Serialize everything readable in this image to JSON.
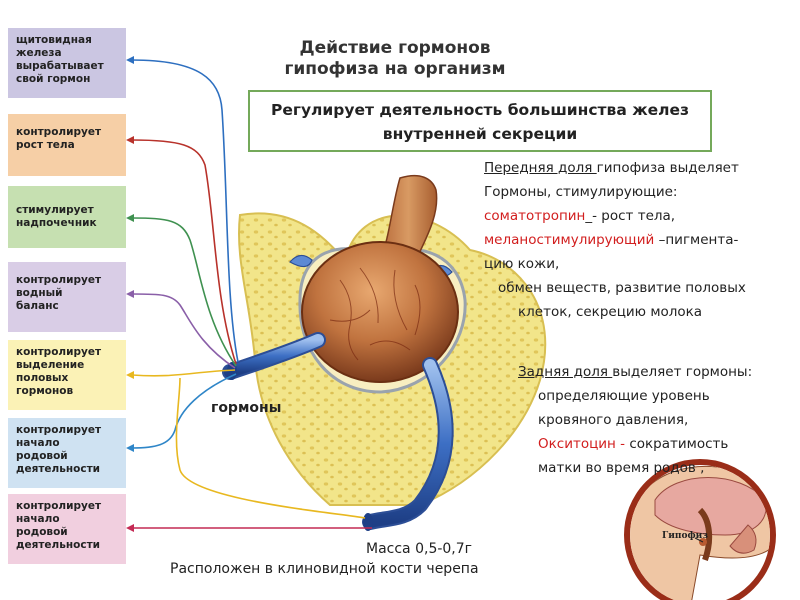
{
  "title": [
    "Действие гормонов",
    "гипофиза на организм"
  ],
  "subtitle": [
    "Регулирует деятельность большинства желез",
    "внутренней секреции"
  ],
  "effects": [
    {
      "lines": [
        "щитовидная",
        "железа",
        "вырабатывает",
        "свой гормон"
      ],
      "color": "#cbc6e2",
      "arrow": "#2d6fc0"
    },
    {
      "lines": [
        "контролирует",
        "рост тела"
      ],
      "color": "#f6cfa6",
      "arrow": "#b8322b"
    },
    {
      "lines": [
        "стимулирует",
        "надпочечник"
      ],
      "color": "#c6e0b1",
      "arrow": "#3f9150"
    },
    {
      "lines": [
        "контролирует",
        "водный",
        "баланс"
      ],
      "color": "#d9cde6",
      "arrow": "#8a5fa8"
    },
    {
      "lines": [
        "контролирует",
        "выделение",
        "половых",
        "гормонов"
      ],
      "color": "#fbf2b6",
      "arrow": "#e8b820"
    },
    {
      "lines": [
        "контролирует",
        "начало",
        "родовой",
        "деятельности"
      ],
      "color": "#cfe2f2",
      "arrow": "#2f86c8"
    },
    {
      "lines": [
        "контролирует",
        "начало",
        "родовой",
        "деятельности"
      ],
      "color": "#f1cfdf",
      "arrow": "#c42a54"
    }
  ],
  "anterior": {
    "intro_underlined": "Передняя доля ",
    "intro_rest": "гипофиза выделяет",
    "line2": "Гормоны, стимулирующие:",
    "h1_red": "соматотропин",
    "h1_rest": "_- рост тела,",
    "h2_red": "меланостимулирующий",
    "h2_rest": " –пигмента-",
    "line5": "цию кожи,",
    "line6": "обмен веществ, развитие половых",
    "line7": "клеток,  секрецию молока"
  },
  "posterior": {
    "intro_underlined": "Задняя доля ",
    "intro_rest": "выделяет гормоны:",
    "line2": "определяющие уровень",
    "line3": "кровяного давления,",
    "h_red": "Окситоцин - ",
    "h_rest": "сократимость",
    "line5": "матки    во время родов ,"
  },
  "labels": {
    "hormones": "гормоны",
    "mass": "Масса 0,5-0,7г",
    "location": "Расположен в клиновидной кости черепа",
    "brain_label": "Гипофиз"
  },
  "colors": {
    "bone": "#f2e58a",
    "gland": "#c0733f",
    "vessel": "#3d6fc4",
    "frame": "#74a95a",
    "brain_ring": "#9a2d18"
  }
}
